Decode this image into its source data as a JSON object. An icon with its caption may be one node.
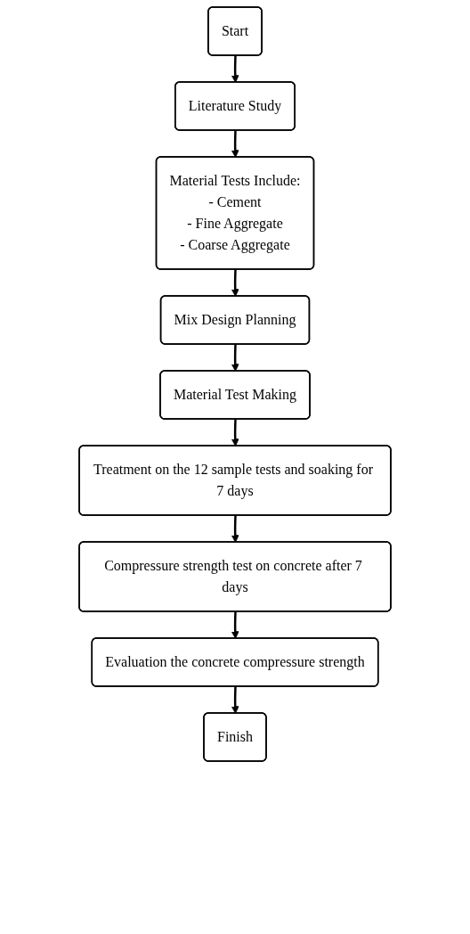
{
  "diagram": {
    "nodes": [
      {
        "text": [
          "Start"
        ]
      },
      {
        "text": [
          "Literature Study"
        ]
      },
      {
        "text": [
          "Material Tests Include:",
          "- Cement",
          "- Fine Aggregate",
          "- Coarse Aggregate"
        ]
      },
      {
        "text": [
          "Mix Design Planning"
        ]
      },
      {
        "text": [
          "Material Test Making"
        ]
      },
      {
        "text": [
          "Treatment on the 12 sample tests and soaking for 7 days"
        ]
      },
      {
        "text": [
          "Compressure strength test on concrete after 7 days"
        ]
      },
      {
        "text": [
          "Evaluation the concrete compressure strength"
        ]
      },
      {
        "text": [
          "Finish"
        ]
      }
    ],
    "edges": [
      {
        "from": 0,
        "to": 1,
        "arrow": "to"
      },
      {
        "from": 1,
        "to": 2,
        "arrow": "to"
      },
      {
        "from": 2,
        "to": 3,
        "arrow": "to"
      },
      {
        "from": 3,
        "to": 4,
        "arrow": "to"
      },
      {
        "from": 4,
        "to": 5,
        "arrow": "to"
      },
      {
        "from": 5,
        "to": 6,
        "arrow": "to"
      },
      {
        "from": 6,
        "to": 7,
        "arrow": "to"
      },
      {
        "from": 7,
        "to": 8,
        "arrow": "to"
      }
    ]
  }
}
